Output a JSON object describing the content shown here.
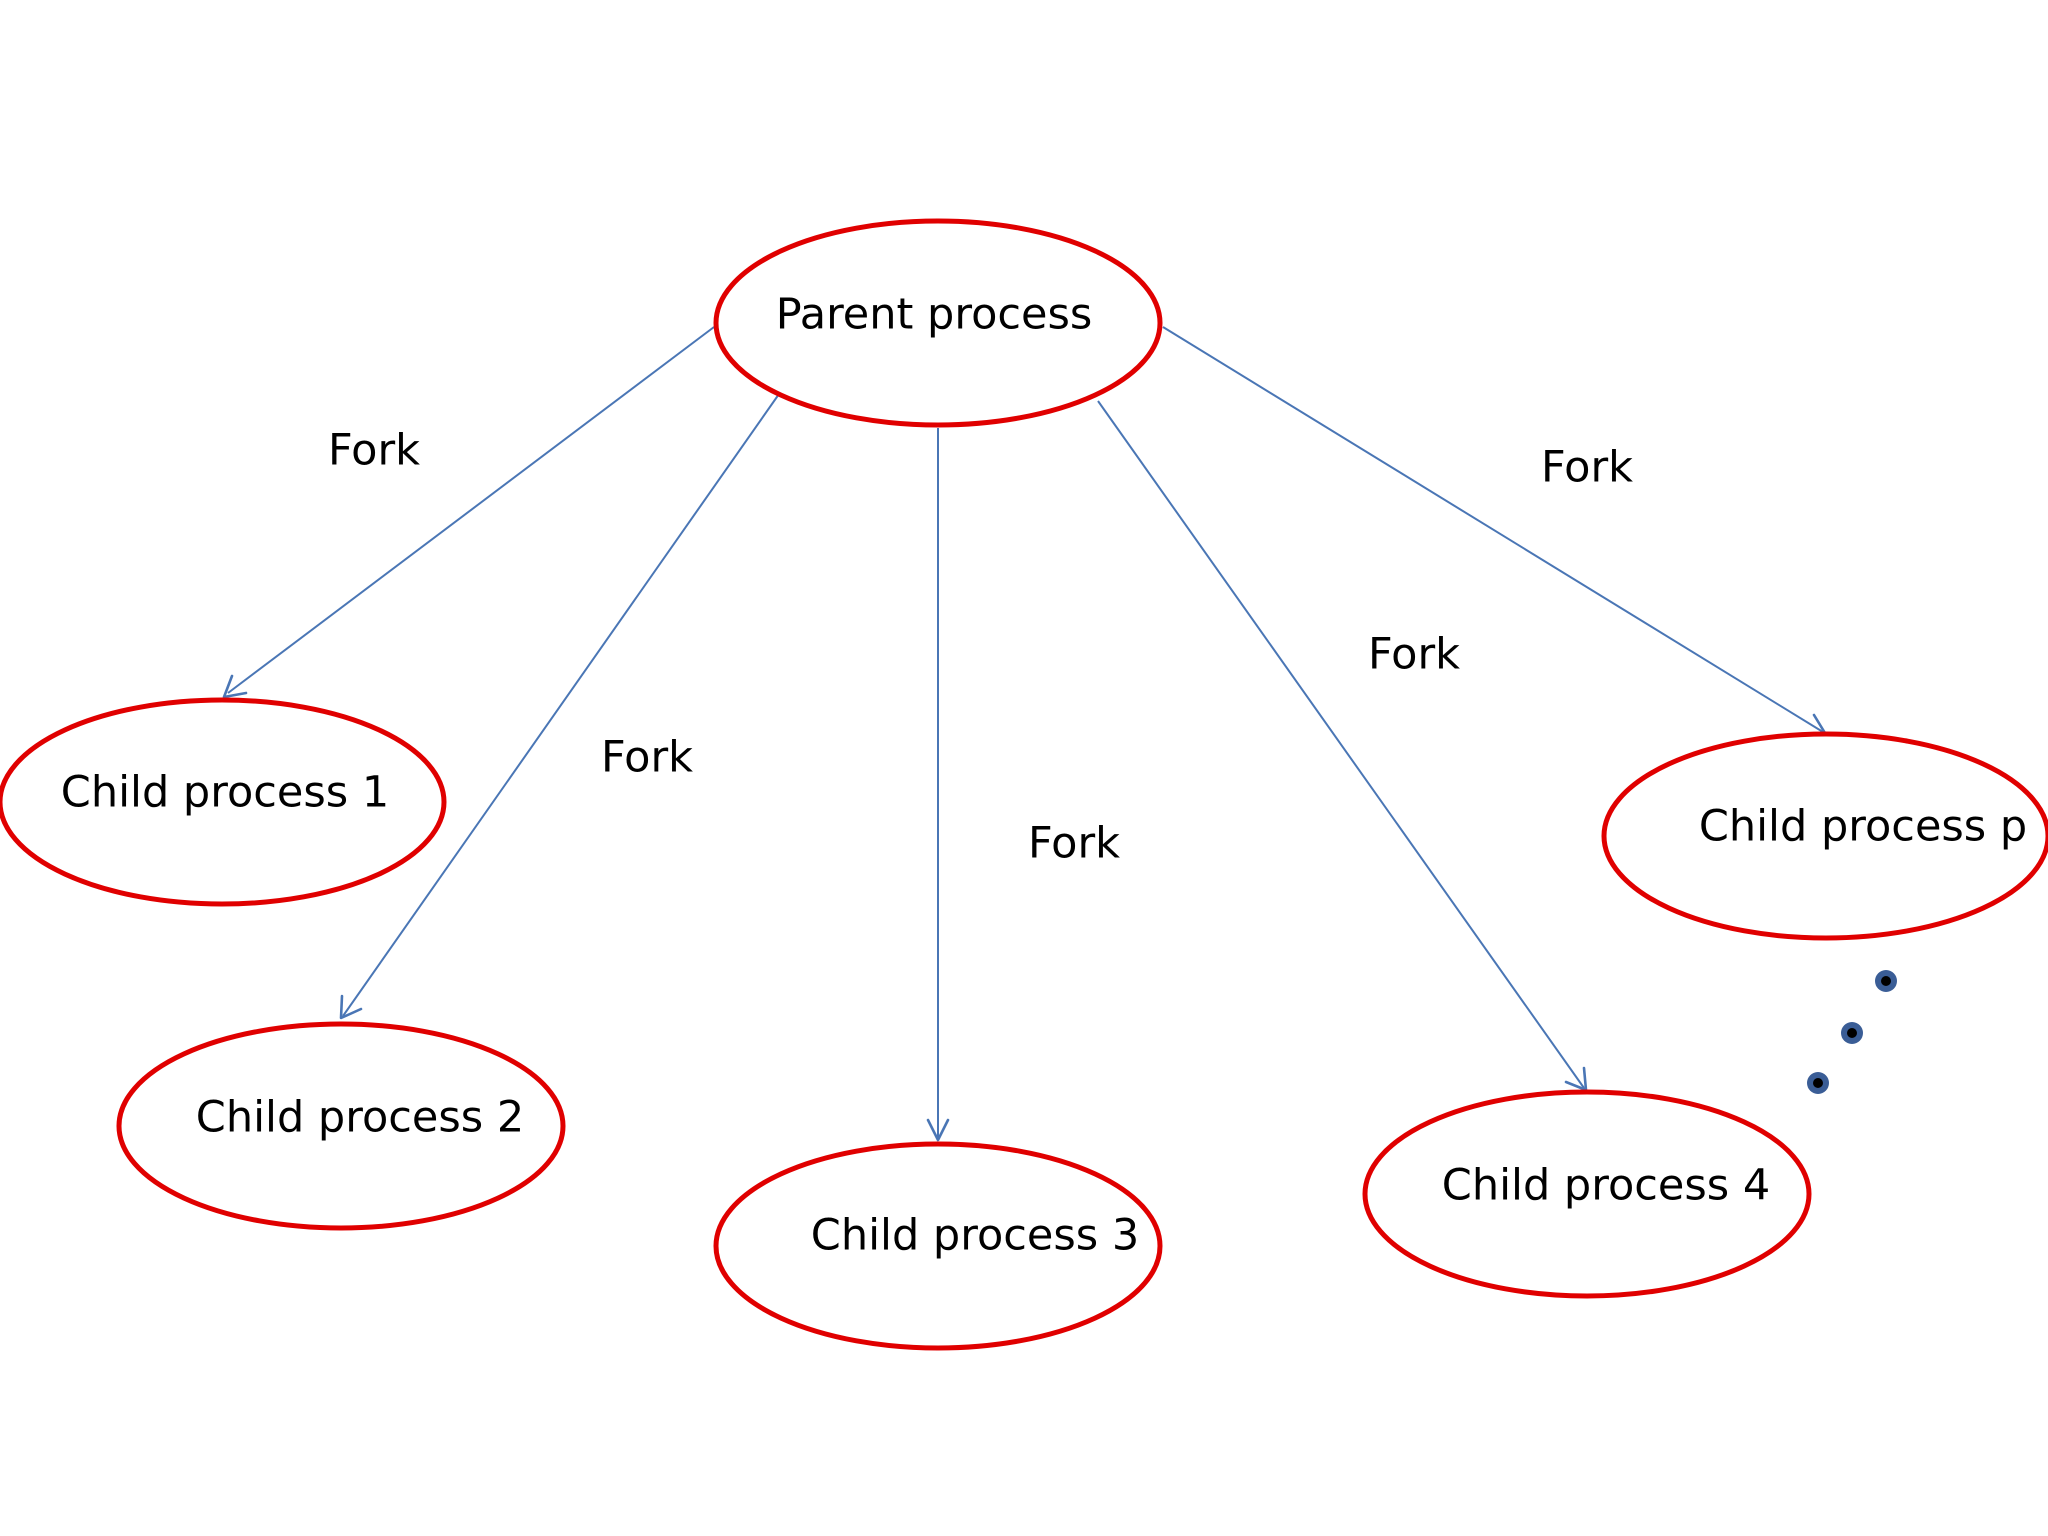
{
  "colors": {
    "node_border": "#e00000",
    "edge": "#4a76b5",
    "continuation_dots": "#3a5d96"
  },
  "nodes": {
    "parent": {
      "label": "Parent process"
    },
    "child_1": {
      "label": "Child process 1"
    },
    "child_2": {
      "label": "Child process 2"
    },
    "child_3": {
      "label": "Child process 3"
    },
    "child_4": {
      "label": "Child process 4"
    },
    "child_p": {
      "label": "Child process p"
    }
  },
  "edges": [
    {
      "from": "parent",
      "to": "child_1",
      "label": "Fork"
    },
    {
      "from": "parent",
      "to": "child_2",
      "label": "Fork"
    },
    {
      "from": "parent",
      "to": "child_3",
      "label": "Fork"
    },
    {
      "from": "parent",
      "to": "child_4",
      "label": "Fork"
    },
    {
      "from": "parent",
      "to": "child_p",
      "label": "Fork"
    }
  ],
  "continuation_marker": {
    "icon": "vertical-ellipsis-icon"
  }
}
